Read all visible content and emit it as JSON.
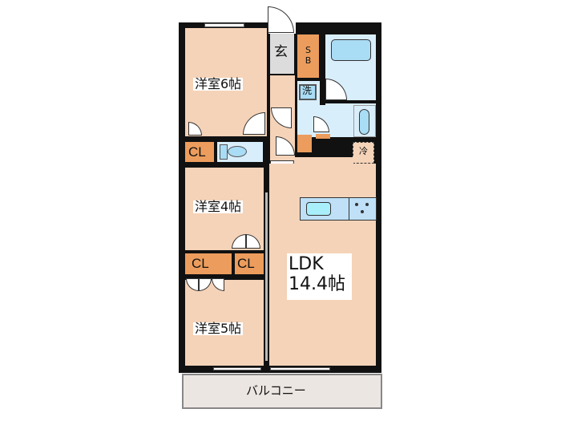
{
  "floorplan": {
    "rooms": {
      "western_room_6": {
        "label": "洋室6帖"
      },
      "western_room_4": {
        "label": "洋室4帖"
      },
      "western_room_5": {
        "label": "洋室5帖"
      },
      "ldk": {
        "label_line1": "LDK",
        "label_line2": "14.4帖"
      },
      "entrance": {
        "label": "玄"
      },
      "shoe_box": {
        "label_line1": "S",
        "label_line2": "B"
      },
      "washer": {
        "label": "洗"
      },
      "fridge": {
        "label": "冷"
      },
      "closet_1": {
        "label": "CL"
      },
      "closet_2": {
        "label": "CL"
      },
      "closet_3": {
        "label": "CL"
      },
      "balcony": {
        "label": "バルコニー"
      }
    },
    "colors": {
      "room_fill": "#f5d3b8",
      "wet_area_fill": "#d9eefb",
      "storage_fill": "#ec9d5d",
      "wall": "#111111",
      "balcony_fill": "#ece6e2",
      "entrance_fill": "#dcdcdc",
      "fixture_blue": "#a9dcf5"
    }
  }
}
